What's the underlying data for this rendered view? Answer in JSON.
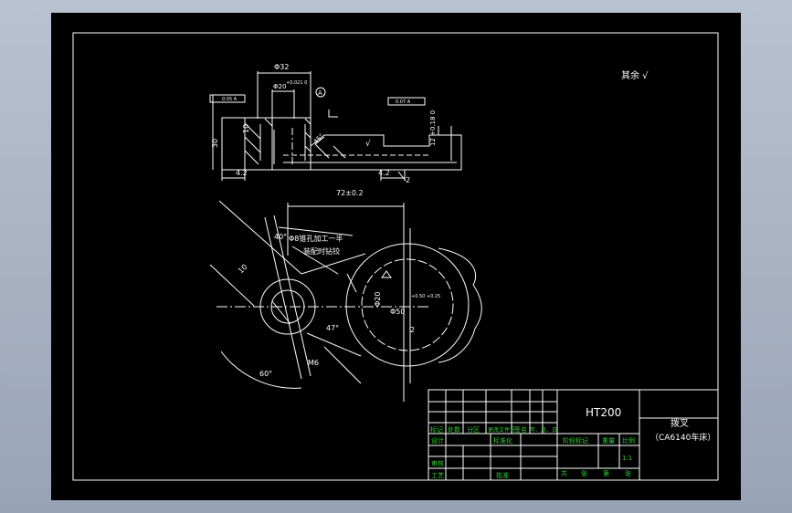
{
  "drawing": {
    "surface_roughness_note": "其余 √",
    "dims": {
      "top_width": "Φ32",
      "inner_bore": "Φ20",
      "bore_tol": "+0.021\n0",
      "depth_30": "30",
      "d_10": "10",
      "d_42a": "4.2",
      "d_42b": "4.2",
      "d_2": "2",
      "d_1200": "12 +0.18\n   0",
      "r_45": "45°",
      "gdt_1": "0.05 A",
      "gdt_2": "0.07 A",
      "d_72": "72±0.2",
      "angle_40": "40°",
      "angle_47": "47°",
      "angle_60": "60°",
      "d_M6": "M6",
      "d_M50": "Φ50",
      "d_M50_tol": "+0.50\n +0.25",
      "d_2b": "2",
      "d_10b": "10",
      "d_Phi20": "Φ20",
      "note_line1": "Φ8锥孔加工一半",
      "note_line2": "装配时钻铰",
      "datum": "A"
    },
    "colors": {
      "background": "#000000",
      "lines": "#ffffff",
      "labels": "#30d030"
    }
  },
  "title_block": {
    "material": "HT200",
    "part_name": "拨叉",
    "machine": "（CA6140车床）",
    "row_labels": [
      "标记",
      "处数",
      "分区",
      "更改文件号",
      "签名",
      "年、月、日"
    ],
    "design": "设计",
    "standard": "标准化",
    "check": "审核",
    "process": "工艺",
    "approve": "批准",
    "stage_mark": "阶段标记",
    "weight": "重量",
    "scale": "比例",
    "scale_value": "1:1",
    "sheets_total": "共",
    "sheets_unit1": "张",
    "sheet_no": "第",
    "sheets_unit2": "张"
  }
}
